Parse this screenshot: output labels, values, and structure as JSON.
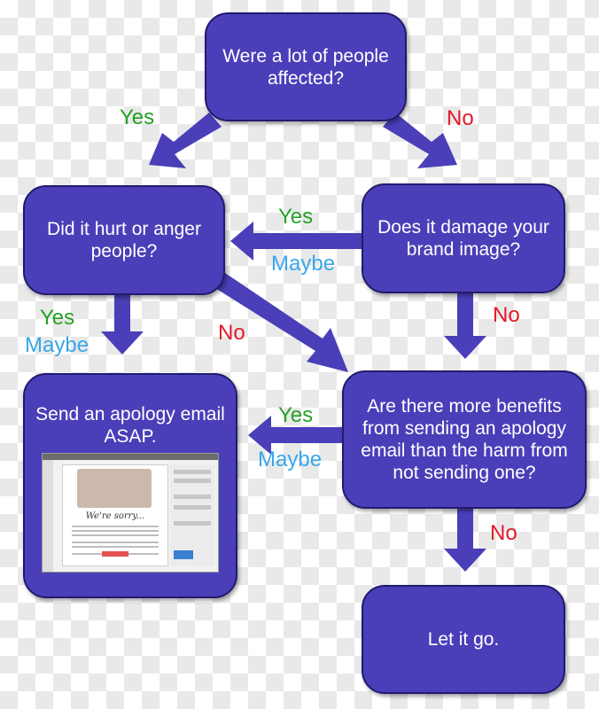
{
  "nodes": {
    "q1": "Were a lot of people affected?",
    "q2": "Did it hurt or anger people?",
    "q3": "Does it damage your brand image?",
    "q4": "Are there more benefits from sending an apology email than the harm from not sending one?",
    "send": "Send an apology email ASAP.",
    "letgo": "Let it go."
  },
  "labels": {
    "yes": "Yes",
    "no": "No",
    "maybe": "Maybe"
  },
  "thumbnail": {
    "heading": "We're sorry..."
  },
  "colors": {
    "node_fill": "#4a3fb8",
    "node_border": "#221a6e",
    "arrow": "#4a3fb8",
    "yes": "#25a025",
    "no": "#e3192a",
    "maybe": "#3aa6e8"
  }
}
